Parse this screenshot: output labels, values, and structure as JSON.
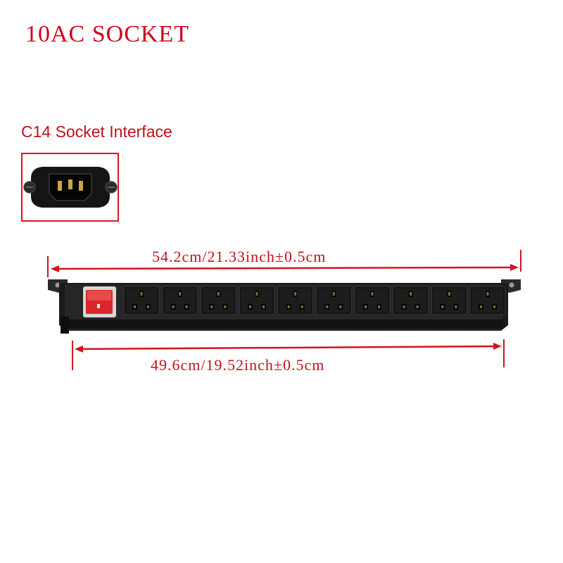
{
  "title": "10AC SOCKET",
  "interface_label": "C14 Socket Interface",
  "dimensions": {
    "overall": "54.2cm/21.33inch±0.5cm",
    "body": "49.6cm/19.52inch±0.5cm"
  },
  "product": {
    "outlet_count": 10,
    "switch_color": "#d9262a",
    "body_color": "#1c1c1c"
  },
  "colors": {
    "accent": "#d0021b"
  }
}
